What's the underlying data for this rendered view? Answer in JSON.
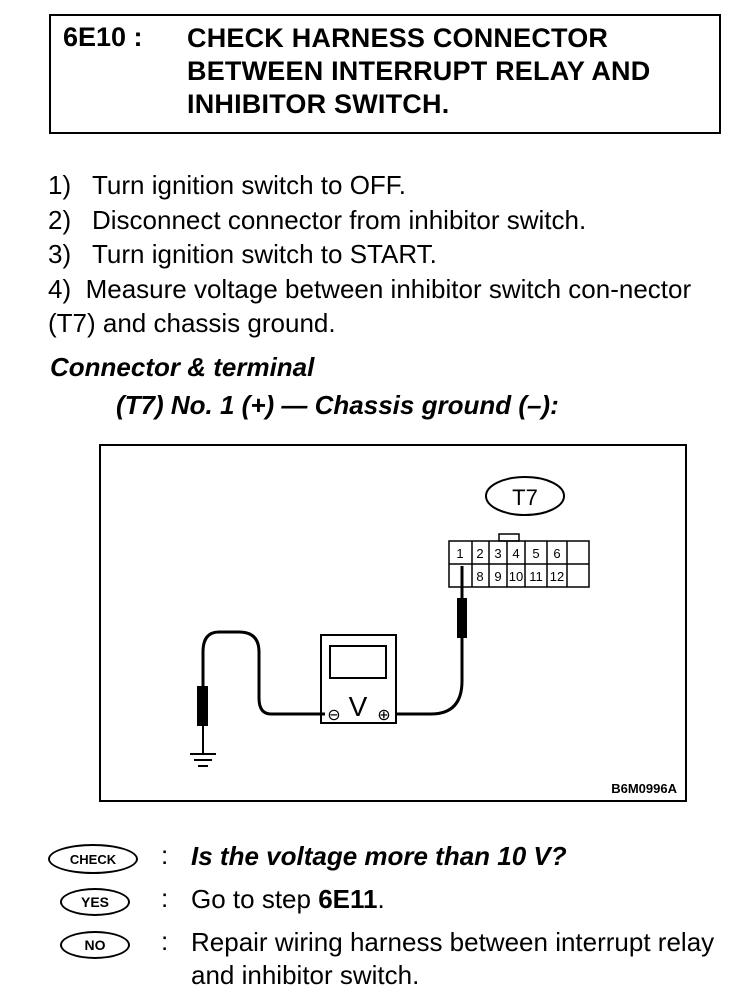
{
  "header": {
    "step_id": "6E10 :",
    "title": "CHECK HARNESS CONNECTOR BETWEEN INTERRUPT RELAY AND INHIBITOR SWITCH."
  },
  "procedure": [
    {
      "num": "1)",
      "text": "Turn ignition switch to OFF."
    },
    {
      "num": "2)",
      "text": "Disconnect connector from inhibitor switch."
    },
    {
      "num": "3)",
      "text": "Turn ignition switch to START."
    },
    {
      "num": "4)",
      "text": "Measure voltage between inhibitor switch con-nector (T7) and chassis ground."
    }
  ],
  "connector_terminal": {
    "heading": "Connector & terminal",
    "spec": "(T7) No. 1 (+) — Chassis ground (–):"
  },
  "figure": {
    "connector_label": "T7",
    "terminals_row1": [
      "1",
      "2",
      "3",
      "4",
      "5",
      "6"
    ],
    "terminals_row2": [
      "",
      "8",
      "9",
      "10",
      "11",
      "12"
    ],
    "meter_symbol": "V",
    "minus_symbol": "⊖",
    "plus_symbol": "⊕",
    "figure_code": "B6M0996A"
  },
  "results": {
    "check_badge": "CHECK",
    "check_text": "Is the voltage more than 10 V?",
    "yes_badge": "YES",
    "yes_text_prefix": "Go to step ",
    "yes_step": "6E11",
    "yes_text_suffix": ".",
    "no_badge": "NO",
    "no_text": "Repair wiring harness between interrupt relay and inhibitor switch.",
    "separator": ":"
  }
}
